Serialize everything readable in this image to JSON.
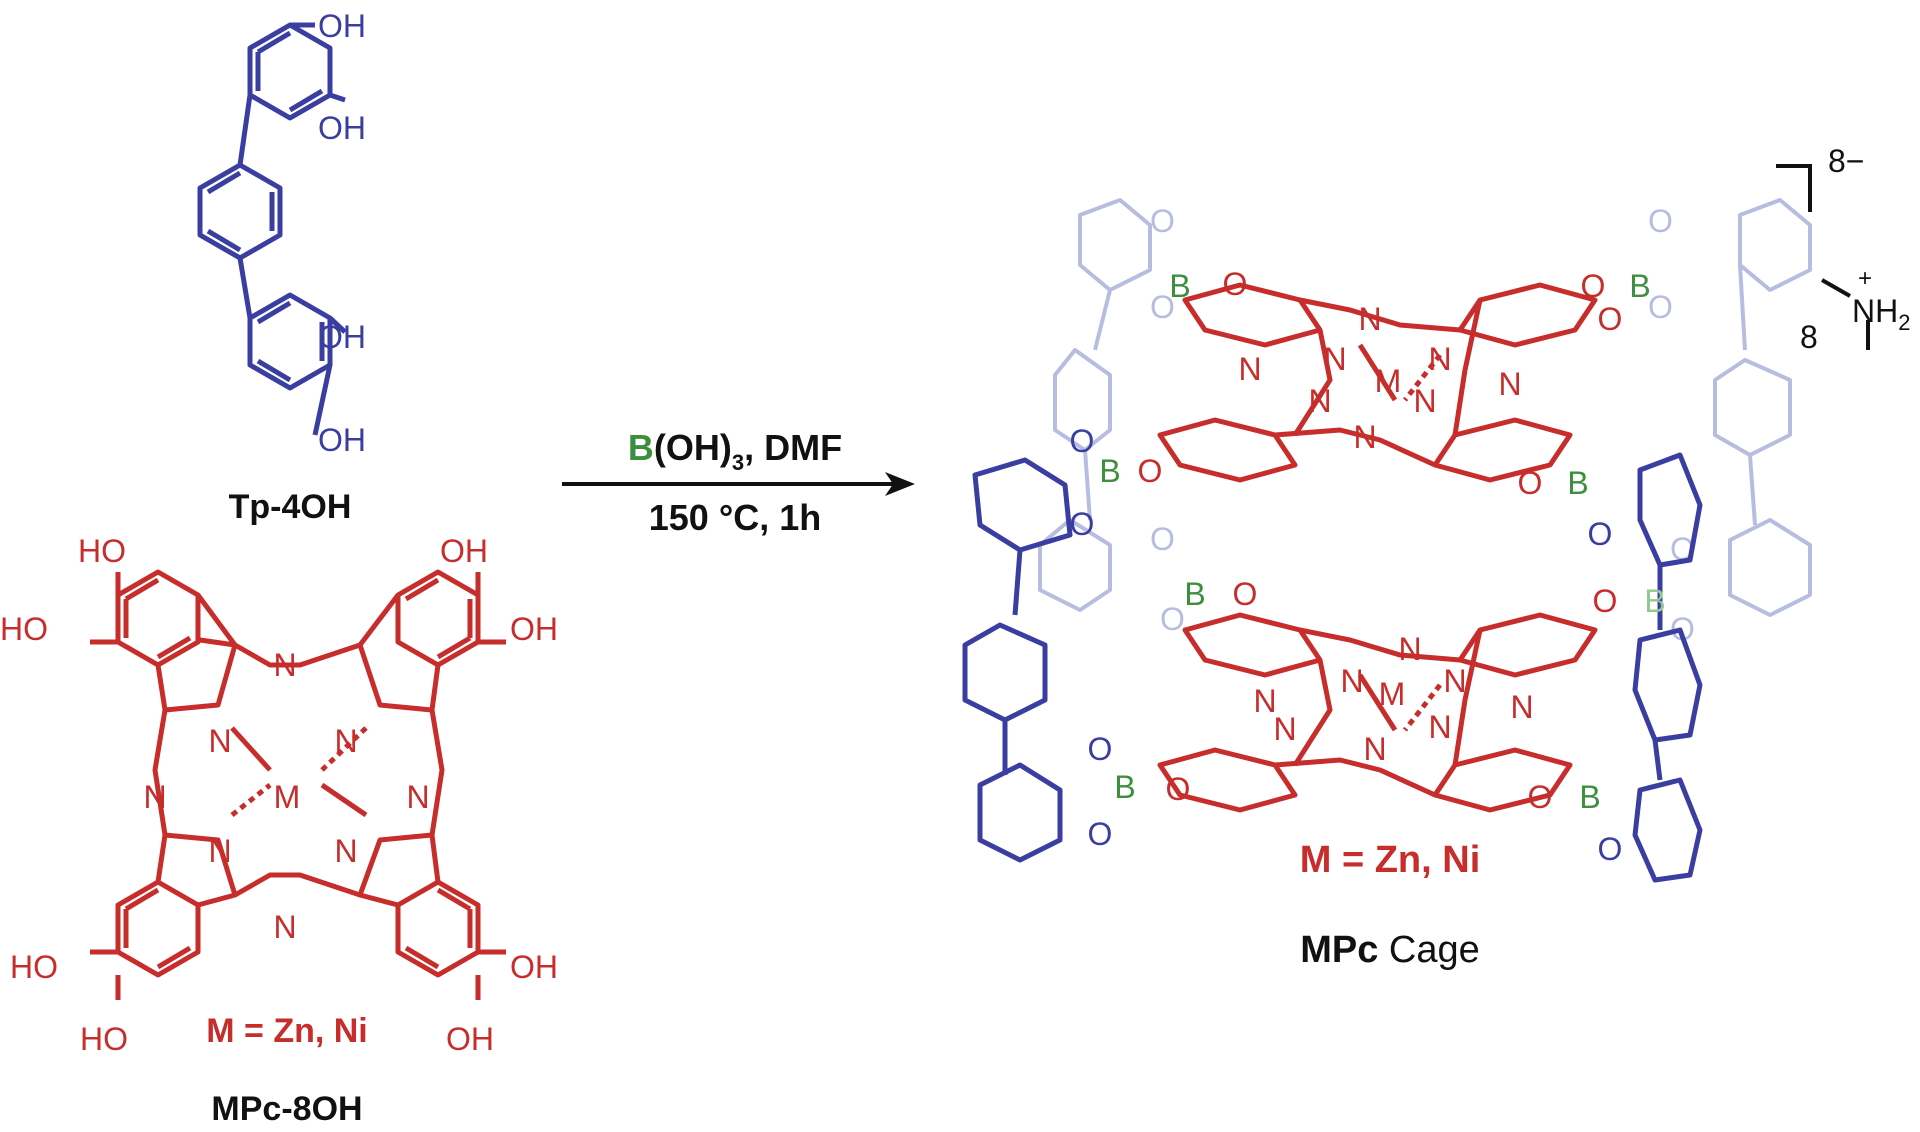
{
  "colors": {
    "blue": "#3a3ea0",
    "red": "#c62d2b",
    "green": "#3d8f3d",
    "faint": "#b7bde0",
    "faint_red": "#e59a98",
    "faint_green": "#8fc98f",
    "black": "#111111"
  },
  "tp4oh": {
    "name": "Tp-4OH",
    "groups": [
      "OH",
      "OH",
      "OH",
      "OH"
    ]
  },
  "mpc8oh": {
    "name": "MPc-8OH",
    "metal_def": "M = Zn, Ni",
    "oh": [
      "HO",
      "HO",
      "OH",
      "OH",
      "HO",
      "HO",
      "OH",
      "OH"
    ],
    "nitrogens": [
      "N",
      "N",
      "N",
      "N",
      "N",
      "N",
      "N",
      "N"
    ],
    "metal": "M"
  },
  "reaction": {
    "reagent_b": "B",
    "reagent_rest": "(OH)",
    "reagent_sub": "3",
    "reagent_tail": ", DMF",
    "conditions": "150 °C, 1h"
  },
  "cage": {
    "charge": "8−",
    "counter_count": "8",
    "counter_plus": "+",
    "counter_ion_main": "NH",
    "counter_ion_sub": "2",
    "metal_def": "M = Zn, Ni",
    "name_bold": "MPc",
    "name_rest": " Cage",
    "metal": "M",
    "boron": "B",
    "oxygen": "O",
    "nitrogen": "N"
  }
}
